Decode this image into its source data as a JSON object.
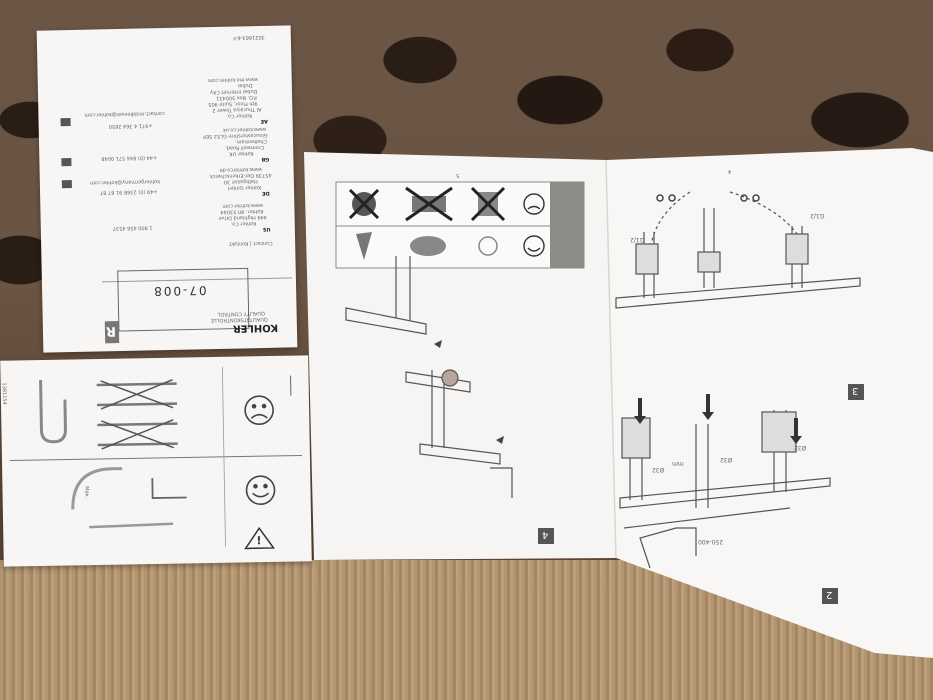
{
  "quality_card": {
    "brand": "KOHLER",
    "badge": "R",
    "qc_label": "QUALITY CONTROL",
    "qc_sub": "QUALITÄTSKONTROLLE",
    "serial": "07-008",
    "contact_header": "Contact | Kontakt",
    "doc_code": "3021663-6-F",
    "regions": [
      {
        "code": "US",
        "lines": [
          "Kohler Co.",
          "444 Highland Drive",
          "Kohler, WI 53044",
          "www.kohler.com"
        ],
        "phone": "1 800 456 4537"
      },
      {
        "code": "DE",
        "lines": [
          "Kohler GmbH",
          "Halbgasse 30",
          "45739 Oer-Erkenschwick",
          "www.kohlerco.de"
        ],
        "phone": "+49 (0) 2368 91 87 87",
        "email": "kohlergermany@kohler.com"
      },
      {
        "code": "GB",
        "lines": [
          "Kohler UK",
          "Cromwell Road,",
          "Cheltenham,",
          "Gloucestershire GL52 5EP",
          "www.kohler.co.uk"
        ],
        "phone": "+44 (0) 844 571 0048"
      },
      {
        "code": "AE",
        "lines": [
          "Kohler Co.",
          "Al Thuraiya Tower 2",
          "9th Floor, Suite 905",
          "P.O. Box 500431",
          "Dubai Internet City",
          "Dubai",
          "www.me.kohler.com"
        ],
        "phone": "+971 4 364 2650",
        "email": "contact.middleeast@kohler.com"
      }
    ]
  },
  "parts_card": {
    "doc_code": "1381154",
    "length_label": "Max.",
    "warning_symbol": "!"
  },
  "booklet": {
    "page_left_number": "4",
    "page_right_number": "2",
    "page_top_right": "3",
    "page_center_bottom": "5",
    "page_center_top": "4",
    "labels": {
      "g12_a": "G1/2",
      "g12_b": "G1/2",
      "dim_1": "Ø32",
      "dim_2": "Ø32",
      "dim_3": "Ø32",
      "range": "250-400",
      "unit": "mm"
    }
  },
  "colors": {
    "paper": "#f7f6f4",
    "ink": "#444444",
    "band": "#8d8b88"
  }
}
